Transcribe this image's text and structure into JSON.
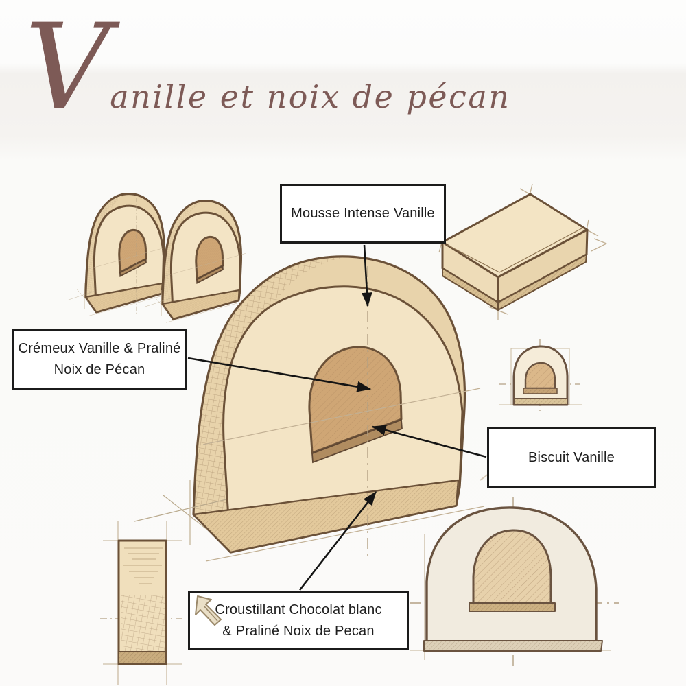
{
  "title": {
    "initial": "V",
    "rest": "anille et noix de pécan",
    "full": "Vanille et noix de pécan"
  },
  "annotations": {
    "mousse": {
      "text": "Mousse Intense Vanille"
    },
    "cremeux": {
      "line1": "Crémeux Vanille & Praliné",
      "line2": "Noix de Pécan"
    },
    "biscuit": {
      "text": "Biscuit Vanille"
    },
    "croustillant": {
      "line1": "Croustillant Chocolat blanc",
      "line2": "& Praliné Noix de Pecan"
    }
  },
  "icons": {
    "croustillant_box": "arrow-up-left-icon"
  },
  "colors": {
    "title_text": "#7d5a56",
    "sketch_outline": "#6b5138",
    "cream_front": "#f3e4c5",
    "cream_side": "#e8d3ab",
    "recess_tan": "#cfa675",
    "base_strip": "#e3c99c",
    "construction_line": "#c2b094",
    "leader_arrow": "#141414",
    "label_border": "#1b1b1b",
    "label_text": "#1e1e1e",
    "background": "#fbfaf9"
  }
}
